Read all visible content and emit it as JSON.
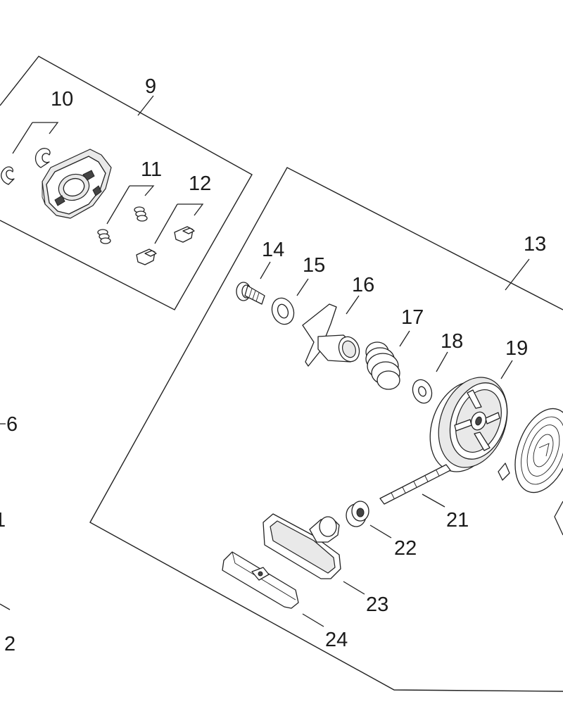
{
  "callouts": {
    "c2": "2",
    "c6": "6",
    "c9": "9",
    "c10": "10",
    "c11": "11",
    "c12": "12",
    "c13": "13",
    "c14": "14",
    "c15": "15",
    "c16": "16",
    "c17": "17",
    "c18": "18",
    "c19": "19",
    "c21": "21",
    "c22": "22",
    "c23": "23",
    "c24": "24",
    "c1_partial": "1"
  }
}
